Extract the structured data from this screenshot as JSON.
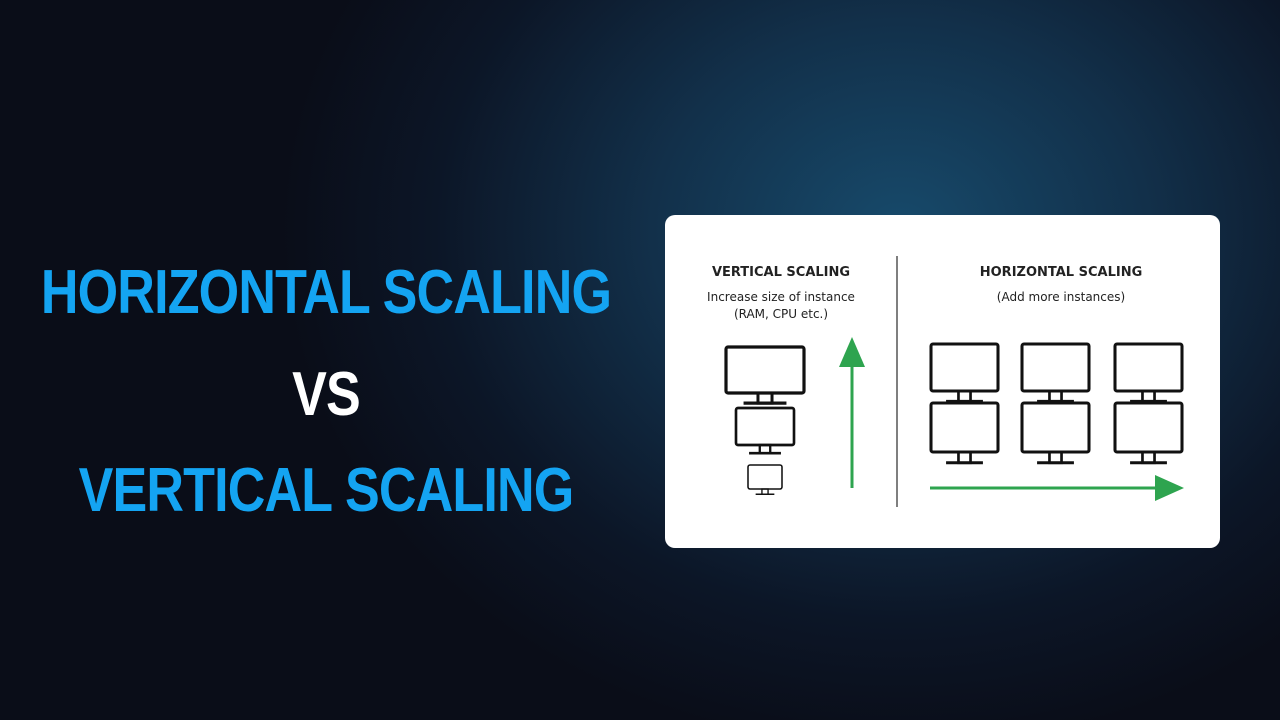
{
  "headline": {
    "line1": "HORIZONTAL SCALING",
    "vs": "VS",
    "line2": "VERTICAL SCALING"
  },
  "diagram": {
    "vertical": {
      "title": "VERTICAL SCALING",
      "subtitle1": "Increase size of instance",
      "subtitle2": "(RAM, CPU etc.)"
    },
    "horizontal": {
      "title": "HORIZONTAL SCALING",
      "subtitle": "(Add more instances)"
    }
  },
  "colors": {
    "accent_blue": "#14a4f2",
    "arrow_green": "#2ea44f"
  }
}
